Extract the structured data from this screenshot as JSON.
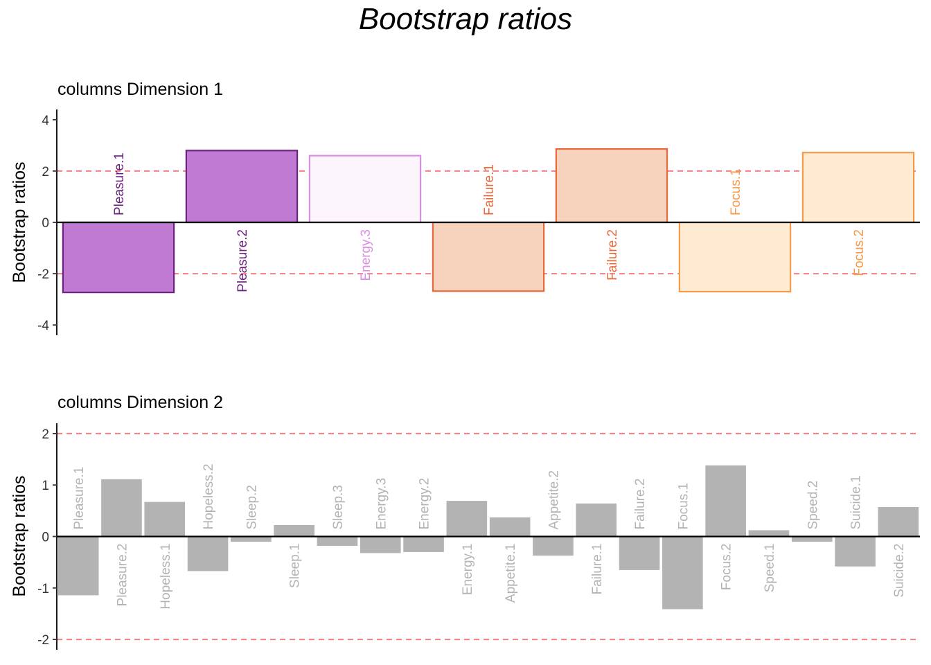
{
  "title": "Bootstrap ratios",
  "chart_data": [
    {
      "type": "bar",
      "title": "columns Dimension 1",
      "ylabel": "Bootstrap ratios",
      "xlabel": "",
      "ylim": [
        -4.4,
        4.4
      ],
      "yticks": [
        4,
        2,
        0,
        -2,
        -4
      ],
      "threshold_lines": [
        2,
        -2
      ],
      "threshold_color": "#f47f7f",
      "categories": [
        "Pleasure.1",
        "Pleasure.2",
        "Energy.3",
        "Failure.1",
        "Failure.2",
        "Focus.1",
        "Focus.2"
      ],
      "values": [
        -2.73,
        2.8,
        2.6,
        -2.68,
        2.86,
        -2.7,
        2.72
      ],
      "fills": [
        "#c17ad3",
        "#c17ad3",
        "#fcf5fc",
        "#f7d3be",
        "#f7d3be",
        "#feebd1",
        "#feebd1"
      ],
      "strokes": [
        "#6b237e",
        "#6b237e",
        "#db8fe4",
        "#e7683a",
        "#e7683a",
        "#f59a48",
        "#f59a48"
      ],
      "label_colors": [
        "#6b237e",
        "#6b237e",
        "#db8fe4",
        "#e7683a",
        "#e7683a",
        "#f59a48",
        "#f59a48"
      ]
    },
    {
      "type": "bar",
      "title": "columns Dimension 2",
      "ylabel": "Bootstrap ratios",
      "xlabel": "",
      "ylim": [
        -2.2,
        2.2
      ],
      "yticks": [
        2,
        1,
        0,
        -1,
        -2
      ],
      "threshold_lines": [
        2,
        -2
      ],
      "threshold_color": "#f47f7f",
      "categories": [
        "Pleasure.1",
        "Pleasure.2",
        "Hopeless.1",
        "Hopeless.2",
        "Sleep.2",
        "Sleep.1",
        "Sleep.3",
        "Energy.3",
        "Energy.2",
        "Energy.1",
        "Appetite.1",
        "Appetite.2",
        "Failure.1",
        "Failure.2",
        "Focus.1",
        "Focus.2",
        "Speed.1",
        "Speed.2",
        "Suicide.1",
        "Suicide.2"
      ],
      "values": [
        -1.15,
        1.12,
        0.68,
        -0.68,
        -0.11,
        0.23,
        -0.19,
        -0.33,
        -0.31,
        0.7,
        0.38,
        -0.38,
        0.65,
        -0.66,
        -1.42,
        1.39,
        0.13,
        -0.11,
        -0.59,
        0.58
      ],
      "fills": [
        "#b3b3b3"
      ],
      "strokes": [
        "#ffffff"
      ],
      "label_colors": [
        "#b3b3b3"
      ]
    }
  ]
}
